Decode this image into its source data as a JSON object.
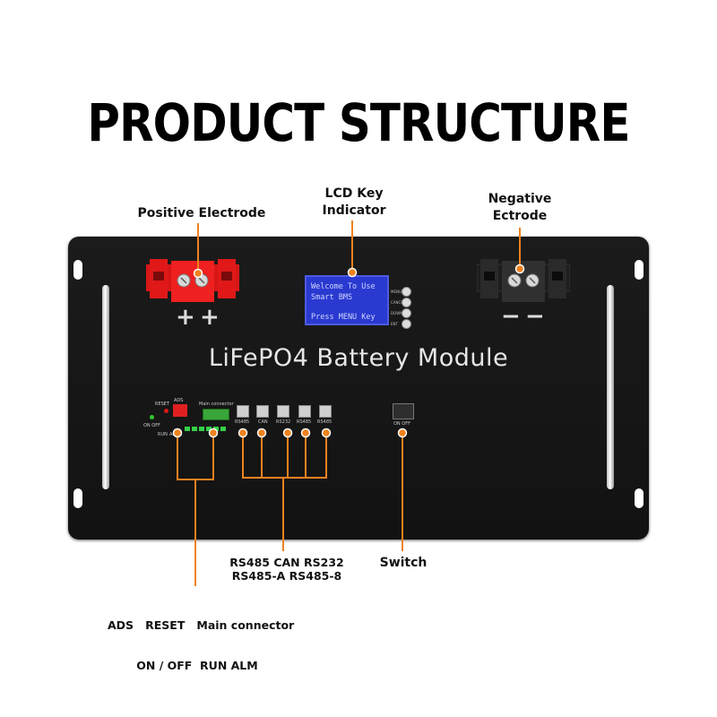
{
  "title": "PRODUCT STRUCTURE",
  "module_label": "LiFePO4 Battery Module",
  "callouts": {
    "positive": "Positive Electrode",
    "lcd_line1": "LCD Key",
    "lcd_line2": "Indicator",
    "negative_line1": "Negative",
    "negative_line2": "Ectrode",
    "comm_line1": "RS485 CAN RS232",
    "comm_line2": "RS485-A RS485-8",
    "switch": "Switch",
    "connector_line1": "ADS   RESET   Main connector",
    "connector_line2": "ON / OFF  RUN ALM"
  },
  "lcd": {
    "line1": "Welcome To Use",
    "line2": "Smart BMS",
    "line3": "Press MENU Key",
    "keys": [
      "MENU",
      "CANCEL",
      "DOWN",
      "ENT"
    ]
  },
  "terminals": {
    "positive_symbols": [
      "+",
      "+"
    ],
    "negative_symbols": [
      "−",
      "−"
    ]
  },
  "panel_labels": {
    "reset": "RESET",
    "ads": "ADS",
    "main_connector": "Main connector",
    "on_off": "ON OFF",
    "run": "RUN",
    "alm": "ALM",
    "ports": [
      "RS485",
      "CAN",
      "RS232",
      "RS485",
      "RS485"
    ],
    "switch": "ON OFF"
  },
  "colors": {
    "callout_line": "#f0821e",
    "positive_terminal": "#e01818",
    "lcd_background": "#2a3ad0",
    "panel": "#161616"
  }
}
